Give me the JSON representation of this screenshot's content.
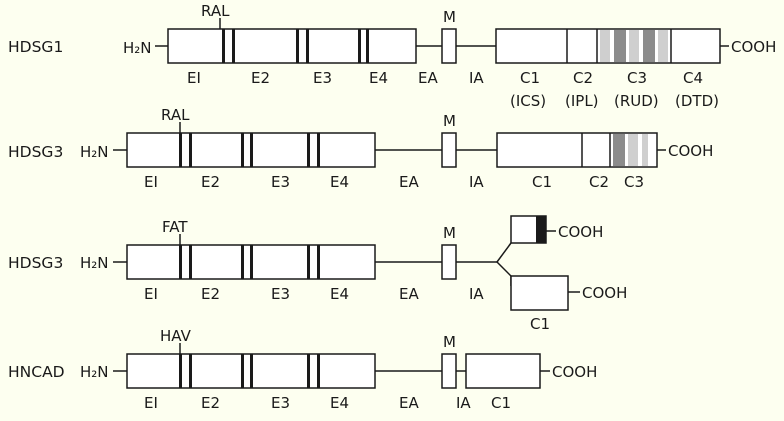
{
  "colors": {
    "background": "#fdfff0",
    "stroke": "#1a1a1a",
    "shade_light": "#cfcfcf",
    "shade_dark": "#8c8c8c"
  },
  "rows": [
    {
      "name": "HDSG1",
      "n_term": "H₂N",
      "c_term": "COOH",
      "motif": "RAL",
      "m_label": "M",
      "labels": [
        "EI",
        "E2",
        "E3",
        "E4",
        "EA",
        "IA",
        "C1",
        "C2",
        "C3",
        "C4"
      ],
      "sublabels": [
        "(ICS)",
        "(IPL)",
        "(RUD)",
        "(DTD)"
      ]
    },
    {
      "name": "HDSG3",
      "n_term": "H₂N",
      "c_term": "COOH",
      "motif": "RAL",
      "m_label": "M",
      "labels": [
        "EI",
        "E2",
        "E3",
        "E4",
        "EA",
        "IA",
        "C1",
        "C2",
        "C3"
      ]
    },
    {
      "name": "HDSG3",
      "n_term": "H₂N",
      "c_term_upper": "COOH",
      "c_term_lower": "COOH",
      "motif": "FAT",
      "m_label": "M",
      "labels": [
        "EI",
        "E2",
        "E3",
        "E4",
        "EA",
        "IA",
        "C1"
      ]
    },
    {
      "name": "HNCAD",
      "n_term": "H₂N",
      "c_term": "COOH",
      "motif": "HAV",
      "m_label": "M",
      "labels": [
        "EI",
        "E2",
        "E3",
        "E4",
        "EA",
        "IA",
        "C1"
      ]
    }
  ]
}
